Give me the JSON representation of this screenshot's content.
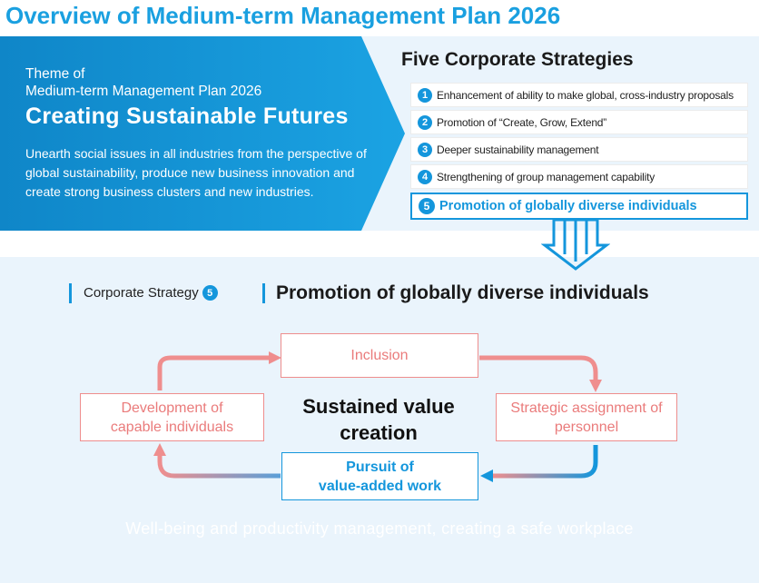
{
  "title": "Overview of Medium-term Management Plan 2026",
  "theme": {
    "label_line1": "Theme of",
    "label_line2": "Medium-term Management Plan 2026",
    "heading": "Creating Sustainable Futures",
    "description": "Unearth social issues in all industries from the perspective of global sustainability, produce new business innovation and create strong business clusters and new industries."
  },
  "strategies": {
    "title": "Five Corporate Strategies",
    "items": [
      {
        "num": "1",
        "text": "Enhancement of ability to make global, cross-industry proposals"
      },
      {
        "num": "2",
        "text": "Promotion of “Create, Grow, Extend”"
      },
      {
        "num": "3",
        "text": "Deeper sustainability management"
      },
      {
        "num": "4",
        "text": "Strengthening of group management capability"
      },
      {
        "num": "5",
        "text": "Promotion of globally diverse individuals"
      }
    ]
  },
  "detail": {
    "label": "Corporate Strategy",
    "label_num": "5",
    "title": "Promotion of globally diverse individuals",
    "cycle": {
      "inclusion": "Inclusion",
      "development_line1": "Development of",
      "development_line2": "capable individuals",
      "strategic_line1": "Strategic assignment of",
      "strategic_line2": "personnel",
      "pursuit_line1": "Pursuit of",
      "pursuit_line2": "value-added work",
      "center_line1": "Sustained value",
      "center_line2": "creation"
    },
    "foundation": "Well-being and productivity management, creating a safe workplace"
  },
  "colors": {
    "brand_blue": "#1496dc",
    "light_panel": "#eaf4fc",
    "cycle_pink": "#ee8d8d"
  }
}
